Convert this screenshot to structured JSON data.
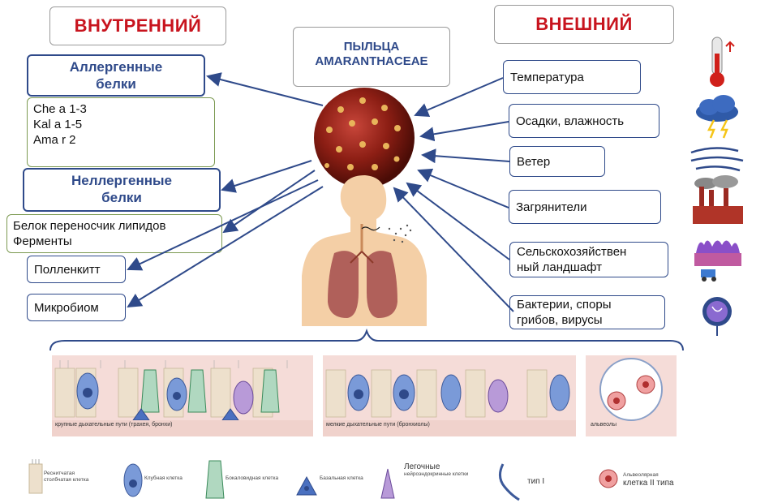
{
  "headers": {
    "internal": "ВНУТРЕННИЙ",
    "external": "ВНЕШНИЙ"
  },
  "pollen": {
    "line1": "ПЫЛЬЦА",
    "line2": "AMARANTHACEAE"
  },
  "internal": {
    "allergen_title": {
      "line1": "Аллергенные",
      "line2": "белки"
    },
    "allergens": [
      "Che a 1-3",
      "Kal a 1-5",
      "Ama r 2"
    ],
    "nonallergen_title": {
      "line1": "Неллергенные",
      "line2": "белки"
    },
    "nonallergens": [
      "Белок переносчик липидов",
      "Ферменты"
    ],
    "pollenkitt": "Полленкитт",
    "microbiome": "Микробиом"
  },
  "external": [
    {
      "lines": [
        "Температура"
      ],
      "icon": "thermometer-icon"
    },
    {
      "lines": [
        "Осадки, влажность"
      ],
      "icon": "storm-cloud-icon"
    },
    {
      "lines": [
        "Ветер"
      ],
      "icon": "wind-icon"
    },
    {
      "lines": [
        "Загрянители"
      ],
      "icon": "factory-icon"
    },
    {
      "lines": [
        "Сельскохозяйствен",
        "ный ландшафт"
      ],
      "icon": "farmland-icon"
    },
    {
      "lines": [
        "Бактерии, споры",
        "грибов, вирусы"
      ],
      "icon": "microbe-icon"
    }
  ],
  "airways": {
    "large": "крупные дыхательные пути (трахея, бронхи)",
    "small": "мелкие дыхательные пути (бронхиолы)",
    "alveoli": "альвеолы"
  },
  "legend": {
    "ciliated": {
      "line1": "Реснитчатая",
      "line2": "столбчатая клетка"
    },
    "club": "Клубная клетка",
    "goblet": "Бокаловидная клетка",
    "basal": "Базальная клетка",
    "neuro": {
      "line1": "Легочные",
      "line2": "нейроэндокринные клетки"
    },
    "type1": "тип I",
    "type2": {
      "line1": "Альвеолярная",
      "line2": "клетка II типа"
    }
  },
  "colors": {
    "header_red": "#c8141e",
    "navy": "#2f4a8a",
    "box_green": "#7c9a52",
    "panel_pink": "#f5dcd8",
    "pollen_red": "#8c1e14"
  }
}
